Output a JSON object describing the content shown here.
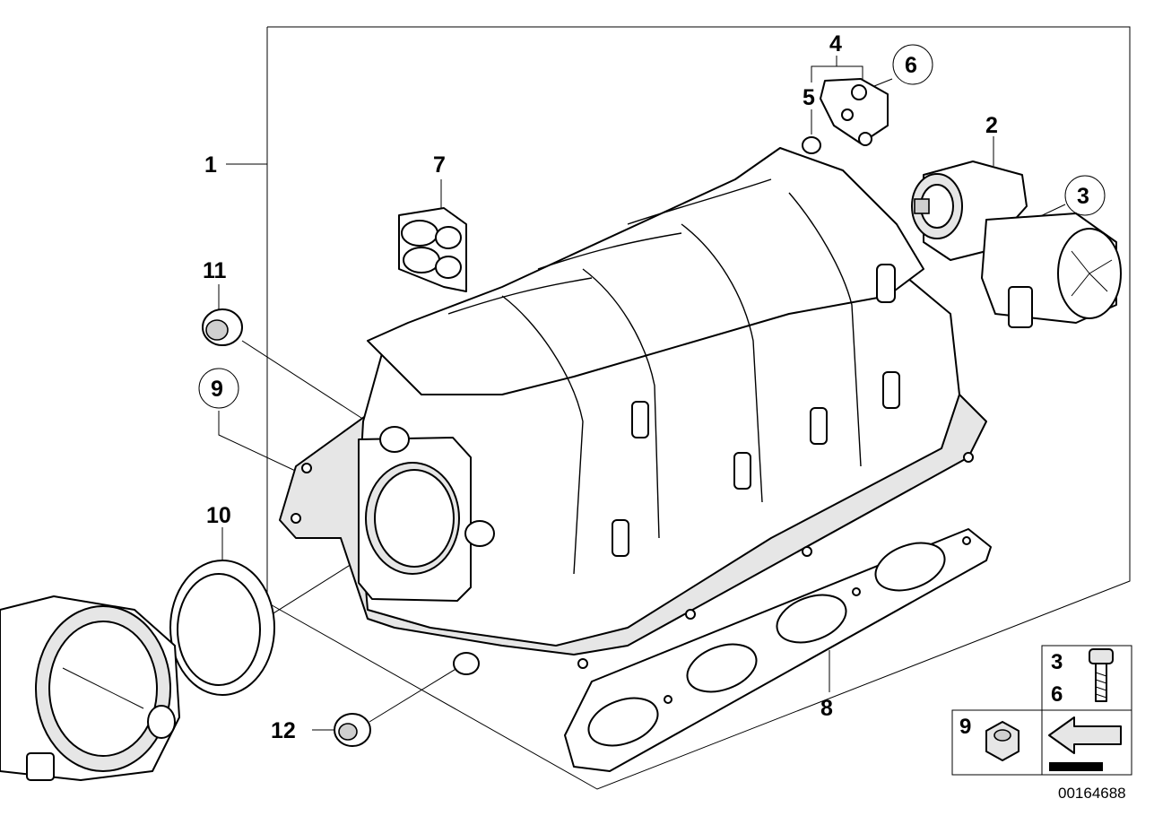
{
  "diagram": {
    "reference_number": "00164688",
    "callouts": [
      {
        "id": "1",
        "label": "1",
        "circled": false
      },
      {
        "id": "2",
        "label": "2",
        "circled": false
      },
      {
        "id": "3",
        "label": "3",
        "circled": true
      },
      {
        "id": "4",
        "label": "4",
        "circled": false
      },
      {
        "id": "5",
        "label": "5",
        "circled": false
      },
      {
        "id": "6",
        "label": "6",
        "circled": true
      },
      {
        "id": "7",
        "label": "7",
        "circled": false
      },
      {
        "id": "8",
        "label": "8",
        "circled": false
      },
      {
        "id": "9",
        "label": "9",
        "circled": true
      },
      {
        "id": "10",
        "label": "10",
        "circled": false
      },
      {
        "id": "11",
        "label": "11",
        "circled": false
      },
      {
        "id": "12",
        "label": "12",
        "circled": false
      }
    ],
    "legend": {
      "bolt_box_labels": [
        "3",
        "6"
      ],
      "nut_box_label": "9"
    },
    "parts": [
      {
        "name": "intake-manifold",
        "icon": "intake-manifold-icon"
      },
      {
        "name": "adjusting-unit",
        "icon": "adjusting-unit-icon"
      },
      {
        "name": "servomotor",
        "icon": "servomotor-icon"
      },
      {
        "name": "pressure-sensor",
        "icon": "pressure-sensor-icon"
      },
      {
        "name": "o-ring",
        "icon": "o-ring-icon"
      },
      {
        "name": "cable-clip-holder",
        "icon": "cable-clip-icon"
      },
      {
        "name": "manifold-gasket",
        "icon": "gasket-icon"
      },
      {
        "name": "profile-seal",
        "icon": "seal-ring-icon"
      },
      {
        "name": "plug-upper",
        "icon": "plug-icon"
      },
      {
        "name": "plug-lower",
        "icon": "plug-icon"
      },
      {
        "name": "throttle-body",
        "icon": "throttle-body-icon"
      }
    ]
  }
}
